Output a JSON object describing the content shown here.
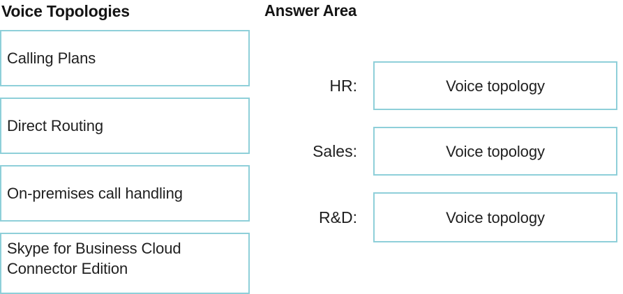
{
  "left_panel": {
    "title": "Voice Topologies",
    "options": [
      {
        "label": "Calling Plans"
      },
      {
        "label": "Direct Routing"
      },
      {
        "label": "On-premises call handling"
      },
      {
        "label": "Skype for Business Cloud Connector Edition"
      }
    ]
  },
  "right_panel": {
    "title": "Answer Area",
    "rows": [
      {
        "label": "HR:",
        "value": "Voice topology"
      },
      {
        "label": "Sales:",
        "value": "Voice topology"
      },
      {
        "label": "R&D:",
        "value": "Voice topology"
      }
    ]
  },
  "colors": {
    "box_border": "#8ecfd9",
    "text": "#1f1f1f",
    "heading": "#141414",
    "background": "#ffffff"
  }
}
